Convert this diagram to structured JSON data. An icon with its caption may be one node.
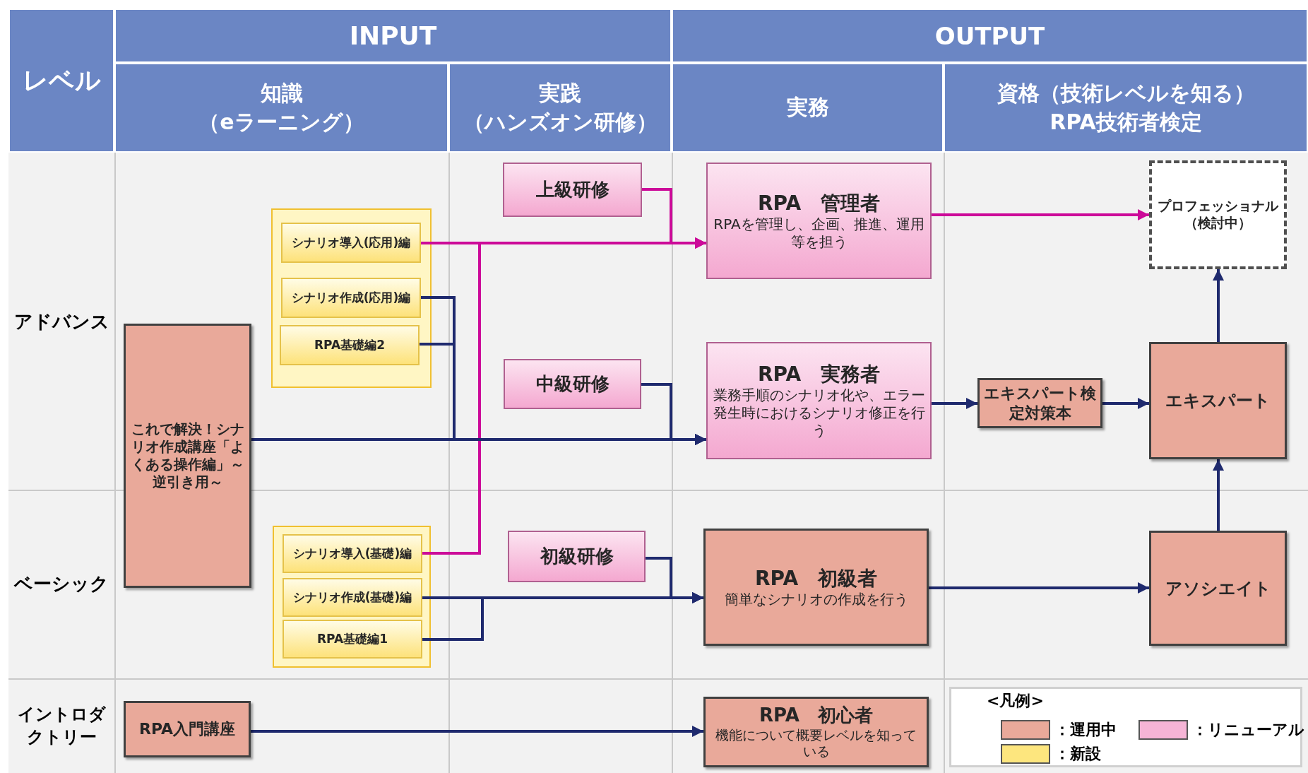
{
  "diagram": {
    "nodes": [
      {
        "text": [
          "上級研修"
        ]
      },
      {
        "text": [],
        "shape": "box"
      },
      {
        "text": [
          "シナリオ導入(応用)編"
        ],
        "in": 1
      },
      {
        "text": [
          "シナリオ作成(応用)編"
        ],
        "in": 1
      },
      {
        "text": [
          "RPA基礎編2"
        ],
        "in": 1
      },
      {
        "text": [
          "RPA　管理者",
          "RPAを管理し、企画、推進、運用等を担う"
        ]
      },
      {
        "text": [
          "プロフェッショナル（検討中）"
        ]
      },
      {
        "text": [
          "中級研修"
        ]
      },
      {
        "text": [
          "RPA　実務者",
          "業務手順のシナリオ化や、エラー発生時におけるシナリオ修正を行う"
        ]
      },
      {
        "text": [
          "エキスパート検定対策本"
        ]
      },
      {
        "text": [
          "エキスパート"
        ]
      },
      {
        "text": [
          "これで解決！シナリオ作成講座「よくある操作編」～逆引き用～"
        ]
      },
      {
        "text": [],
        "shape": "box"
      },
      {
        "text": [
          "シナリオ導入(基礎)編"
        ],
        "in": 12
      },
      {
        "text": [
          "シナリオ作成(基礎)編"
        ],
        "in": 12
      },
      {
        "text": [
          "RPA基礎編1"
        ],
        "in": 12
      },
      {
        "text": [
          "初級研修"
        ]
      },
      {
        "text": [
          "RPA　初級者",
          "簡単なシナリオの作成を行う"
        ]
      },
      {
        "text": [
          "アソシエイト"
        ]
      },
      {
        "text": [
          "RPA入門講座"
        ]
      },
      {
        "text": [
          "RPA　初心者",
          "機能について概要レベルを知っている"
        ]
      }
    ],
    "edges": [
      {
        "from": 0,
        "to": 5,
        "arrow": "to",
        "color": "#cc0a99"
      },
      {
        "from": 2,
        "to": 5,
        "arrow": "to",
        "color": "#cc0a99"
      },
      {
        "from": 13,
        "to": 5,
        "arrow": "to",
        "color": "#cc0a99"
      },
      {
        "from": 5,
        "to": 6,
        "arrow": "to",
        "color": "#cc0a99"
      },
      {
        "from": 3,
        "to": 8,
        "arrow": "to"
      },
      {
        "from": 4,
        "to": 8,
        "arrow": "to"
      },
      {
        "from": 11,
        "to": 8,
        "arrow": "to"
      },
      {
        "from": 7,
        "to": 8,
        "arrow": "to"
      },
      {
        "from": 8,
        "to": 9,
        "arrow": "to"
      },
      {
        "from": 9,
        "to": 10,
        "arrow": "to"
      },
      {
        "from": 10,
        "to": 6,
        "arrow": "to"
      },
      {
        "from": 18,
        "to": 10,
        "arrow": "to"
      },
      {
        "from": 14,
        "to": 17,
        "arrow": "to"
      },
      {
        "from": 15,
        "to": 17,
        "arrow": "to"
      },
      {
        "from": 16,
        "to": 17,
        "arrow": "to"
      },
      {
        "from": 17,
        "to": 18,
        "arrow": "to"
      },
      {
        "from": 19,
        "to": 20,
        "arrow": "to"
      }
    ],
    "labels": [
      "レベル",
      "INPUT",
      "OUTPUT",
      "知識（eラーニング）",
      "実践（ハンズオン研修）",
      "実務",
      "資格（技術レベルを知る）RPA技術者検定",
      "アドバンス",
      "ベーシック",
      "イントロダクトリー",
      "<凡例>"
    ],
    "legend": [
      {
        "text": "：運用中",
        "color": "#e9a99a"
      },
      {
        "text": "：リニューアル",
        "color": "#f6b4d6"
      },
      {
        "text": "：新設",
        "color": "#fde67e"
      }
    ]
  }
}
